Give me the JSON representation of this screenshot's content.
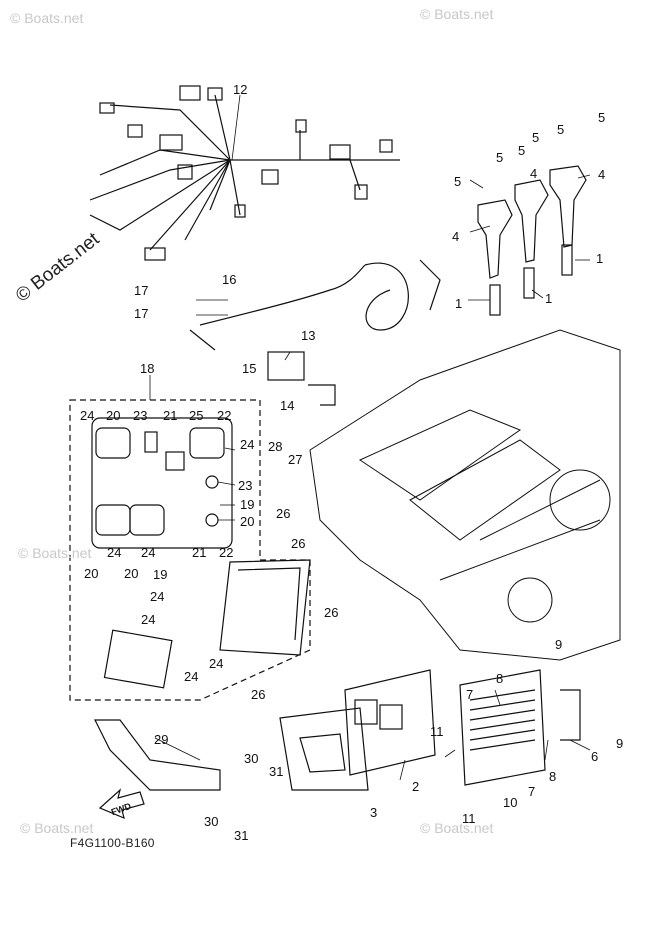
{
  "watermark": "© Boats.net",
  "diagram_code": "F4G1100-B160",
  "fwd_arrow": "FWD",
  "callouts": [
    {
      "id": "c1a",
      "text": "1"
    },
    {
      "id": "c1b",
      "text": "1"
    },
    {
      "id": "c1c",
      "text": "1"
    },
    {
      "id": "c2",
      "text": "2"
    },
    {
      "id": "c3",
      "text": "3"
    },
    {
      "id": "c4a",
      "text": "4"
    },
    {
      "id": "c4b",
      "text": "4"
    },
    {
      "id": "c4c",
      "text": "4"
    },
    {
      "id": "c5a",
      "text": "5"
    },
    {
      "id": "c5b",
      "text": "5"
    },
    {
      "id": "c5c",
      "text": "5"
    },
    {
      "id": "c5d",
      "text": "5"
    },
    {
      "id": "c5e",
      "text": "5"
    },
    {
      "id": "c5f",
      "text": "5"
    },
    {
      "id": "c6",
      "text": "6"
    },
    {
      "id": "c7a",
      "text": "7"
    },
    {
      "id": "c7b",
      "text": "7"
    },
    {
      "id": "c8a",
      "text": "8"
    },
    {
      "id": "c8b",
      "text": "8"
    },
    {
      "id": "c9a",
      "text": "9"
    },
    {
      "id": "c9b",
      "text": "9"
    },
    {
      "id": "c10",
      "text": "10"
    },
    {
      "id": "c11a",
      "text": "11"
    },
    {
      "id": "c11b",
      "text": "11"
    },
    {
      "id": "c12",
      "text": "12"
    },
    {
      "id": "c13",
      "text": "13"
    },
    {
      "id": "c14",
      "text": "14"
    },
    {
      "id": "c15",
      "text": "15"
    },
    {
      "id": "c16",
      "text": "16"
    },
    {
      "id": "c17a",
      "text": "17"
    },
    {
      "id": "c17b",
      "text": "17"
    },
    {
      "id": "c18",
      "text": "18"
    },
    {
      "id": "c19a",
      "text": "19"
    },
    {
      "id": "c19b",
      "text": "19"
    },
    {
      "id": "c20a",
      "text": "20"
    },
    {
      "id": "c20b",
      "text": "20"
    },
    {
      "id": "c20c",
      "text": "20"
    },
    {
      "id": "c20d",
      "text": "20"
    },
    {
      "id": "c21a",
      "text": "21"
    },
    {
      "id": "c21b",
      "text": "21"
    },
    {
      "id": "c22a",
      "text": "22"
    },
    {
      "id": "c22b",
      "text": "22"
    },
    {
      "id": "c23a",
      "text": "23"
    },
    {
      "id": "c23b",
      "text": "23"
    },
    {
      "id": "c24a",
      "text": "24"
    },
    {
      "id": "c24b",
      "text": "24"
    },
    {
      "id": "c24c",
      "text": "24"
    },
    {
      "id": "c24d",
      "text": "24"
    },
    {
      "id": "c24e",
      "text": "24"
    },
    {
      "id": "c24f",
      "text": "24"
    },
    {
      "id": "c24g",
      "text": "24"
    },
    {
      "id": "c24h",
      "text": "24"
    },
    {
      "id": "c25",
      "text": "25"
    },
    {
      "id": "c26a",
      "text": "26"
    },
    {
      "id": "c26b",
      "text": "26"
    },
    {
      "id": "c26c",
      "text": "26"
    },
    {
      "id": "c26d",
      "text": "26"
    },
    {
      "id": "c27",
      "text": "27"
    },
    {
      "id": "c28",
      "text": "28"
    },
    {
      "id": "c29",
      "text": "29"
    },
    {
      "id": "c30a",
      "text": "30"
    },
    {
      "id": "c30b",
      "text": "30"
    },
    {
      "id": "c31a",
      "text": "31"
    },
    {
      "id": "c31b",
      "text": "31"
    }
  ]
}
